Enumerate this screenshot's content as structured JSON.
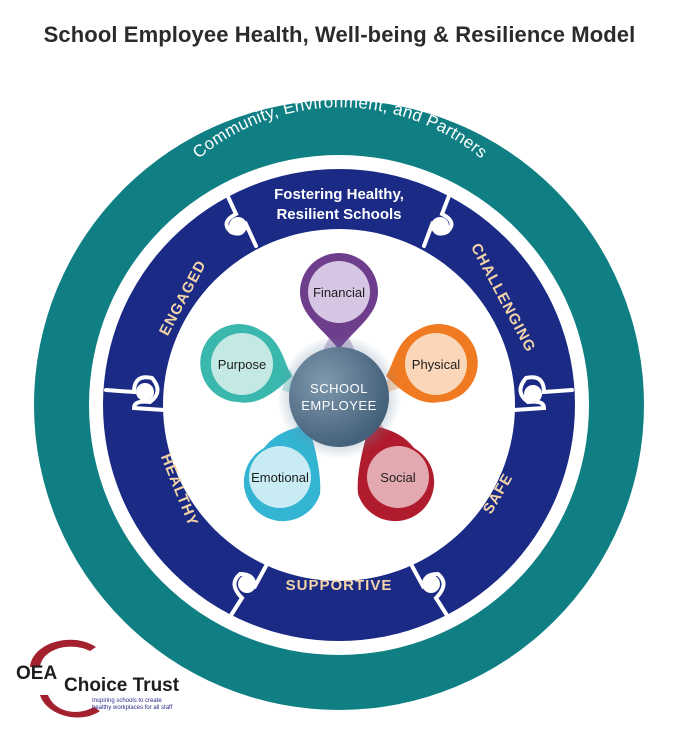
{
  "title": "School Employee Health, Well-being & Resilience Model",
  "outer_ring": {
    "label": "Community, Environment, and Partners"
  },
  "middle_ring": {
    "top_line1": "Fostering Healthy,",
    "top_line2": "Resilient Schools",
    "segments": [
      "ENGAGED",
      "CHALLENGING",
      "HEALTHY",
      "SAFE",
      "SUPPORTIVE"
    ]
  },
  "center": {
    "line1": "SCHOOL",
    "line2": "EMPLOYEE"
  },
  "dimensions": [
    "Financial",
    "Physical",
    "Social",
    "Emotional",
    "Purpose"
  ],
  "logo": {
    "acronym": "OEA",
    "name": "Choice Trust",
    "tagline_line1": "Inspiring schools to create",
    "tagline_line2": "healthy workplaces for all staff"
  },
  "colors": {
    "outer_ring": "#0f7f83",
    "middle_ring": "#1b2a85",
    "financial": "#6e3d8c",
    "physical": "#f07a22",
    "social": "#b01c2e",
    "emotional": "#33b4d3",
    "purpose": "#3ab8ad",
    "center": "#4f6f8a"
  }
}
